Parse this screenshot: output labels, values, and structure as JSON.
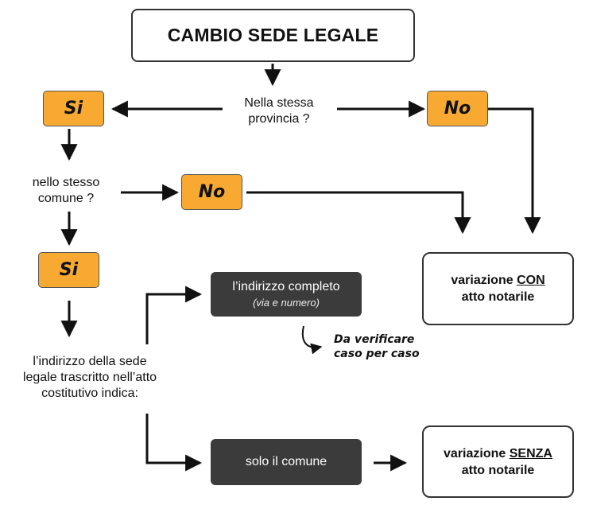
{
  "title": "CAMBIO SEDE LEGALE",
  "questions": {
    "same_province": "Nella stessa\nprovincia ?",
    "same_comune": "nello stesso\ncomune ?",
    "address": "l’indirizzo della sede\nlegale trascritto nell’atto\ncostitutivo indica:"
  },
  "answers": {
    "si_1": "Si",
    "no_1": "No",
    "no_2": "No",
    "si_2": "Si"
  },
  "options": {
    "full_address": "l’indirizzo completo",
    "full_address_sub": "(via e numero)",
    "only_comune": "solo il comune"
  },
  "note": "Da verificare\ncaso per caso",
  "results": {
    "with_notary": {
      "prefix": "variazione ",
      "key": "CON",
      "suffix": "atto notarile"
    },
    "without_notary": {
      "prefix": "variazione ",
      "key": "SENZA",
      "suffix": "atto notarile"
    }
  },
  "colors": {
    "answer_fill": "#f7a932",
    "dark_box": "#3b3b3b",
    "line": "#111111"
  }
}
